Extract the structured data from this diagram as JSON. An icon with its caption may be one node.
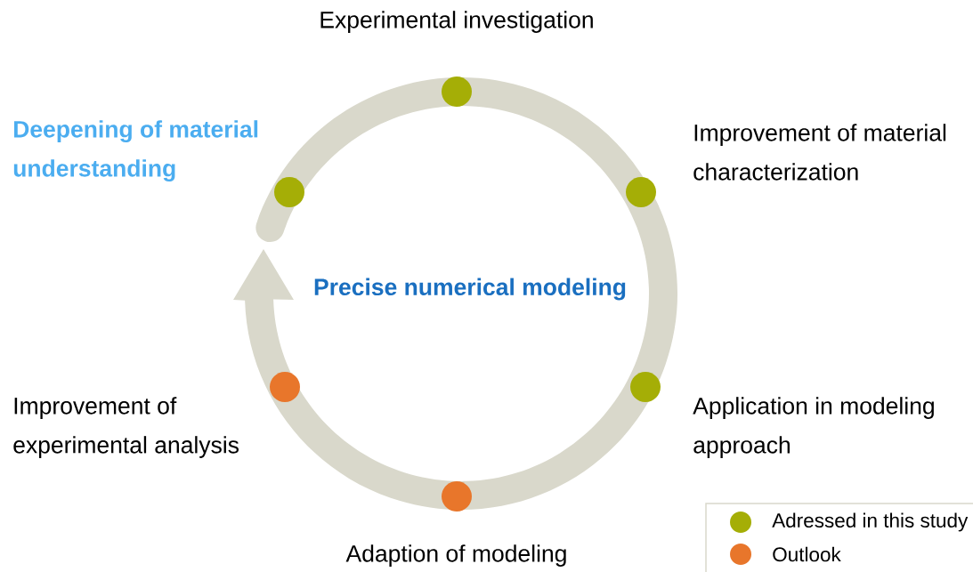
{
  "diagram": {
    "nodes": [
      {
        "text": [],
        "shape": "circle",
        "beside": [
          "Experimental investigation"
        ]
      },
      {
        "text": [],
        "shape": "circle",
        "beside": [
          "Improvement of material characterization"
        ]
      },
      {
        "text": [],
        "shape": "circle",
        "beside": [
          "Application in modeling approach"
        ]
      },
      {
        "text": [],
        "shape": "circle",
        "beside": [
          "Adaption of modeling"
        ]
      },
      {
        "text": [],
        "shape": "circle",
        "beside": [
          "Improvement of experimental analysis"
        ]
      },
      {
        "text": [],
        "shape": "circle",
        "beside": [
          "Deepening of material understanding"
        ]
      }
    ],
    "labels": [
      "Precise numerical modeling"
    ],
    "legend": [
      {
        "text": "Adressed in this study",
        "color": "#a5ae06"
      },
      {
        "text": "Outlook",
        "color": "#e8762b"
      }
    ]
  }
}
